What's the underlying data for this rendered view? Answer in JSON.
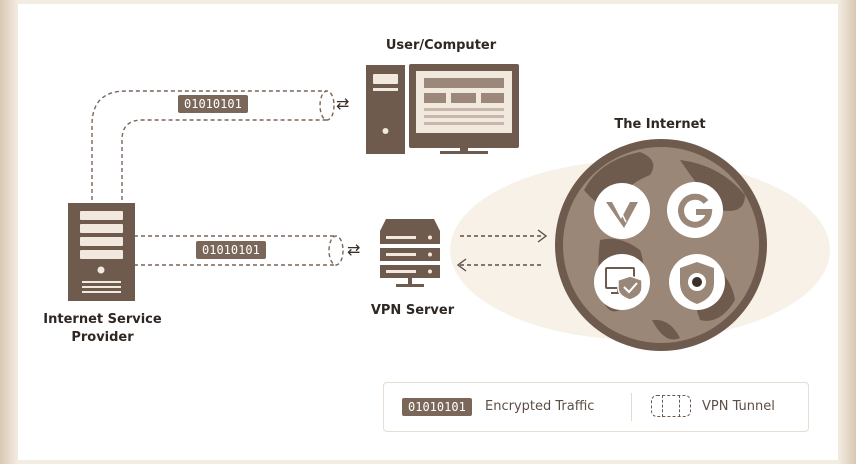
{
  "nodes": {
    "user_computer": "User/Computer",
    "internet": "The Internet",
    "isp_line1": "Internet Service",
    "isp_line2": "Provider",
    "vpn_server": "VPN Server"
  },
  "traffic_labels": {
    "top": "01010101",
    "middle": "01010101"
  },
  "arrows_symbol": "⇄",
  "legend": {
    "badge": "01010101",
    "encrypted": "Encrypted Traffic",
    "tunnel": "VPN Tunnel"
  },
  "colors": {
    "primary": "#6f5b4e",
    "badge": "#7a675a",
    "background": "#ffffff"
  },
  "icons": [
    "desktop-computer-icon",
    "server-tower-icon",
    "vpn-server-icon",
    "globe-icon",
    "vivaldi-logo-icon",
    "google-g-icon",
    "monitor-shield-icon",
    "security-camera-icon"
  ]
}
